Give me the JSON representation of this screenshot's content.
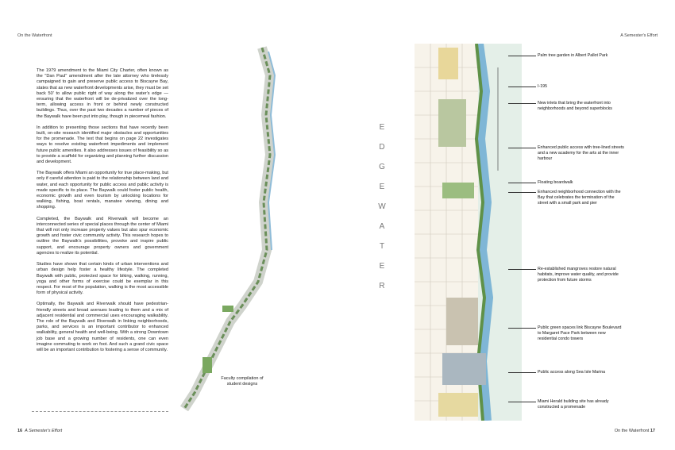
{
  "header": {
    "left": "On the Waterfront",
    "right": "A Semester's Effort"
  },
  "footer": {
    "left_page": "16",
    "left_title": "A Semester's Effort",
    "right_title": "On the Waterfront",
    "right_page": "17"
  },
  "body": [
    "The 1979 amendment to the Miami City Charter, often known as the \"Dan Paul\" amendment after the late attorney who tirelessly campaigned to gain and preserve public access to Biscayne Bay, states that as new waterfront developments arise, they must be set back 50' to allow public right of way along the water's edge — ensuring that the waterfront will be de-privatized over the long-term, allowing access in front or behind newly constructed buildings. Thus, over the past two decades a number of pieces of the Baywalk have been put into play, though in piecemeal fashion.",
    "In addition to presenting those sections that have recently been built, on-site research identified major obstacles and opportunities for the promenade. The text that begins on page 22 investigates ways to resolve existing waterfront impediments and implement future public amenities. It also addresses issues of feasibility so as to provide a scaffold for organizing and planning further discussion and development.",
    "The Baywalk offers Miami an opportunity for true place-making, but only if careful attention is paid to the relationship between land and water, and each opportunity for public access and public activity is made specific to its place. The Baywalk could foster public health, economic growth and even tourism by unlocking locations for walking, fishing, boat rentals, manatee viewing, dining and shopping.",
    "Completed, the Baywalk and Riverwalk will become an interconnected series of special places through the center of Miami that will not only increase property values but also spur economic growth and foster civic community activity. This research hopes to outline the Baywalk's possibilities, provoke and inspire public support, and encourage property owners and government agencies to realize its potential.",
    "Studies have shown that certain kinds of urban interventions and urban design help foster a healthy lifestyle. The completed Baywalk with public, protected space for biking, walking, running, yoga and other forms of exercise could be exemplar in this respect. For most of the population, walking is the most accessible form of physical activity.",
    "Optimally, the Baywalk and Riverwalk should have pedestrian-friendly streets and broad avenues leading to them and a mix of adjacent residential and commercial uses encouraging walkability. The role of the Baywalk and Riverwalk in linking neighborhoods, parks, and services is an important contributor to enhanced walkability, general health and well-being. With a strong Downtown job base and a growing number of residents, one can even imagine commuting to work on foot. And such a grand civic space will be an important contribution to fostering a sense of community."
  ],
  "caption": "Faculty compilation of student designs",
  "edgewater": [
    "E",
    "D",
    "G",
    "E",
    "W",
    "A",
    "T",
    "E",
    "R"
  ],
  "notes": [
    "Palm tree garden in Albert Pallot Park",
    "I-195",
    "New inlets that bring the waterfront into neighborhoods and beyond superblocks",
    "Enhanced public access with tree-lined streets and a new academy for the arts at the inner harbour",
    "Floating boardwalk",
    "Enhanced neighborhood connection with the Bay that celebrates the termination of the street with a small park and pier",
    "Re-established mangroves restore natural habitats, improve water quality, and provide protection from future storms",
    "Public green spaces link Biscayne Boulevard to Margaret Pace Park between new residential condo towers",
    "Public access along Sea Isle Marina",
    "Miami Herald building site has already constructed a promenade"
  ]
}
